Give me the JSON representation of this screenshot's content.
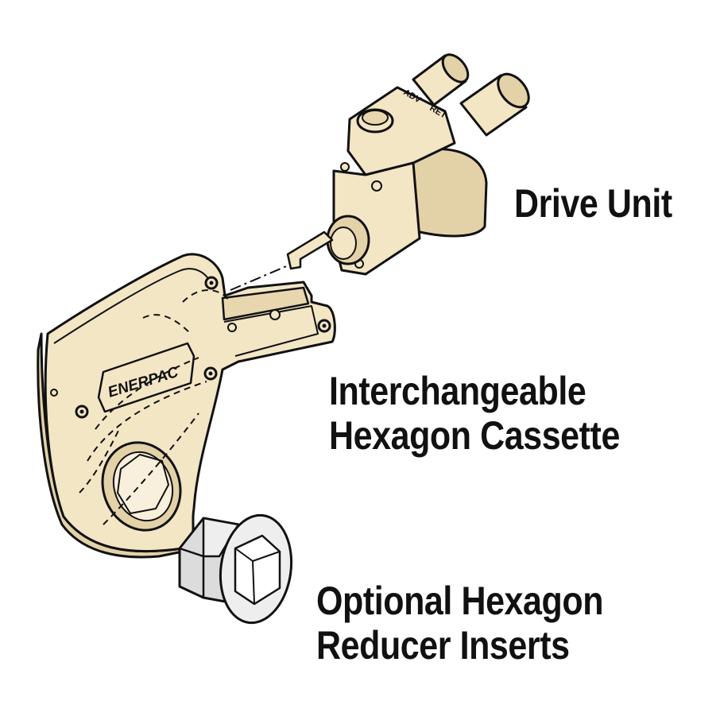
{
  "labels": {
    "drive_unit": "Drive Unit",
    "cassette_line1": "Interchangeable",
    "cassette_line2": "Hexagon Cassette",
    "insert_line1": "Optional Hexagon",
    "insert_line2": "Reducer Inserts"
  },
  "logo_text": "ENERPAC",
  "colors": {
    "tool_body": "#f3e6c5",
    "tool_shadow": "#e3d2a8",
    "insert_body": "#eeeeee",
    "outline": "#111111",
    "text": "#111111",
    "background": "#ffffff"
  }
}
